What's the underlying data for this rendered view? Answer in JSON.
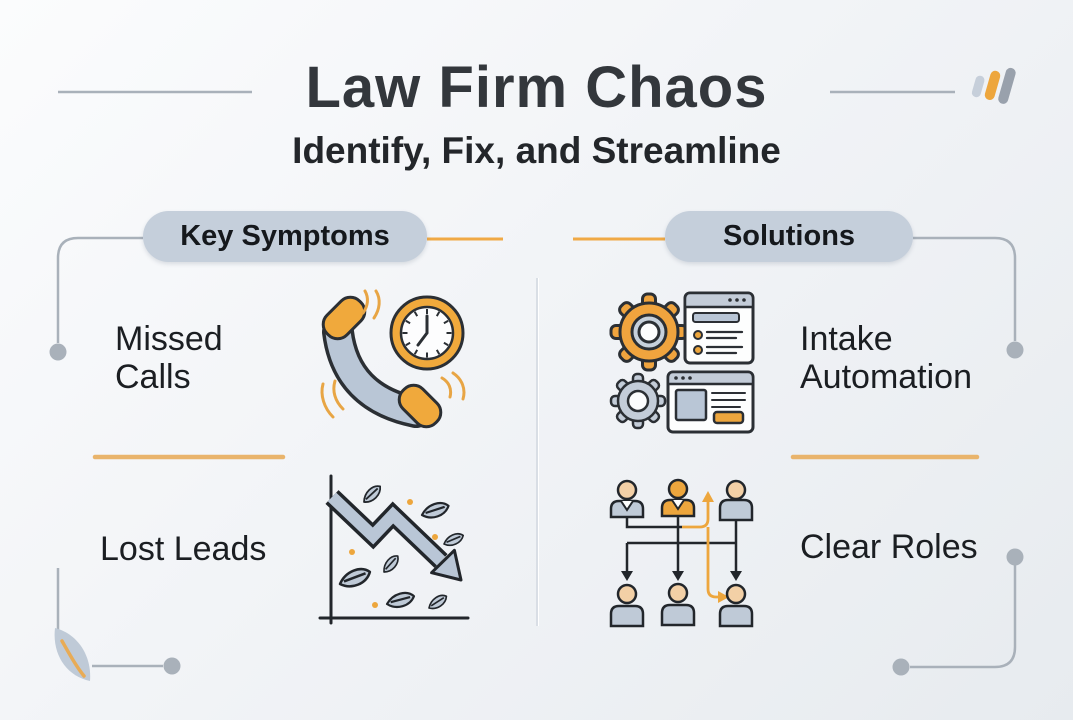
{
  "header": {
    "title": "Law Firm Chaos",
    "subtitle": "Identify, Fix, and Streamline",
    "logo_icon": "three-rising-bars-logo"
  },
  "columns": [
    {
      "id": "key-symptoms",
      "header": "Key Symptoms",
      "items": [
        {
          "label": "Missed Calls",
          "icon": "missed-calls-phone-clock-icon"
        },
        {
          "label": "Lost Leads",
          "icon": "lost-leads-declining-chart-icon"
        }
      ]
    },
    {
      "id": "solutions",
      "header": "Solutions",
      "items": [
        {
          "label": "Intake Automation",
          "icon": "intake-automation-gears-icon"
        },
        {
          "label": "Clear Roles",
          "icon": "clear-roles-org-chart-icon"
        }
      ]
    }
  ],
  "decorations": [
    "leaf-corner-icon",
    "connector-dots",
    "corner-lines"
  ],
  "colors": {
    "accent_orange": "#eda63d",
    "soft_orange_divider": "#e9b46c",
    "slate_icon_fill": "#b9c6d6",
    "pill_background": "#c5cfdb",
    "connector_gray": "#a9b1ba",
    "outline_dark": "#2b2f34",
    "title_text": "#33373c",
    "peach_skin": "#f3d0a6",
    "background_light": "#f2f4f7"
  }
}
